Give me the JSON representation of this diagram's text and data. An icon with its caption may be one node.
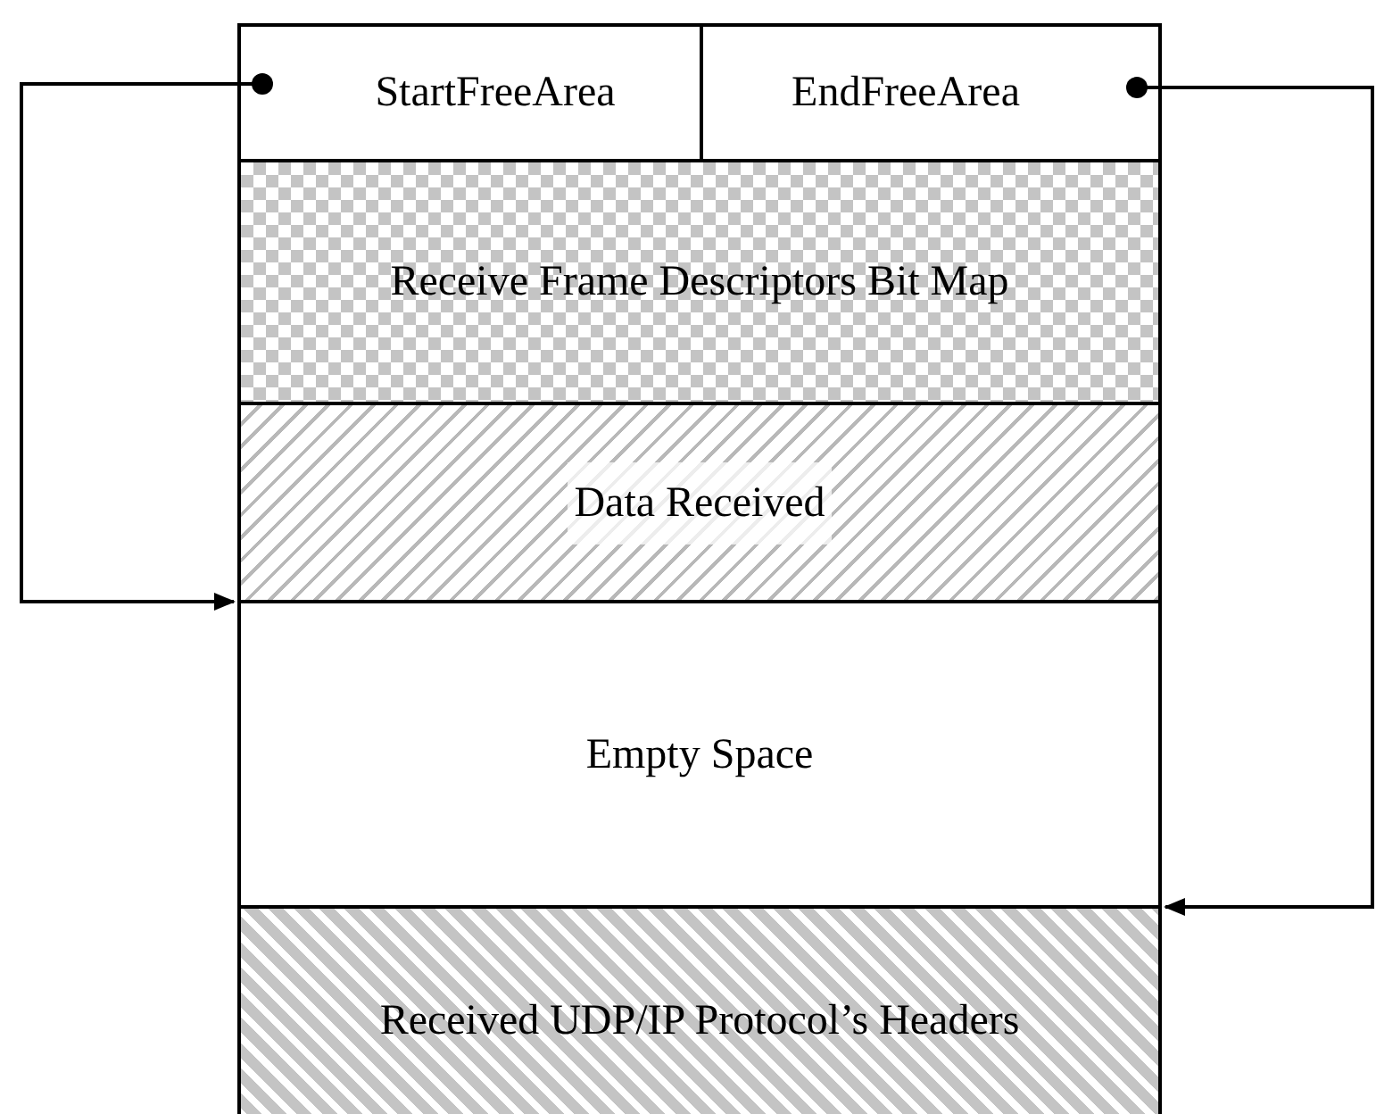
{
  "diagram": {
    "nodes": [
      {
        "text": [
          "StartFreeArea"
        ]
      },
      {
        "text": [
          "EndFreeArea"
        ]
      },
      {
        "text": [
          "Receive Frame Descriptors Bit Map"
        ]
      },
      {
        "text": [
          "Data Received"
        ]
      },
      {
        "text": [
          "Empty Space"
        ]
      },
      {
        "text": [
          "Received UDP/IP Protocol’s Headers"
        ]
      }
    ],
    "edges": [
      {
        "from": 0,
        "to": 4,
        "arrow": "to"
      },
      {
        "from": 1,
        "to": 5,
        "arrow": "to"
      }
    ]
  }
}
